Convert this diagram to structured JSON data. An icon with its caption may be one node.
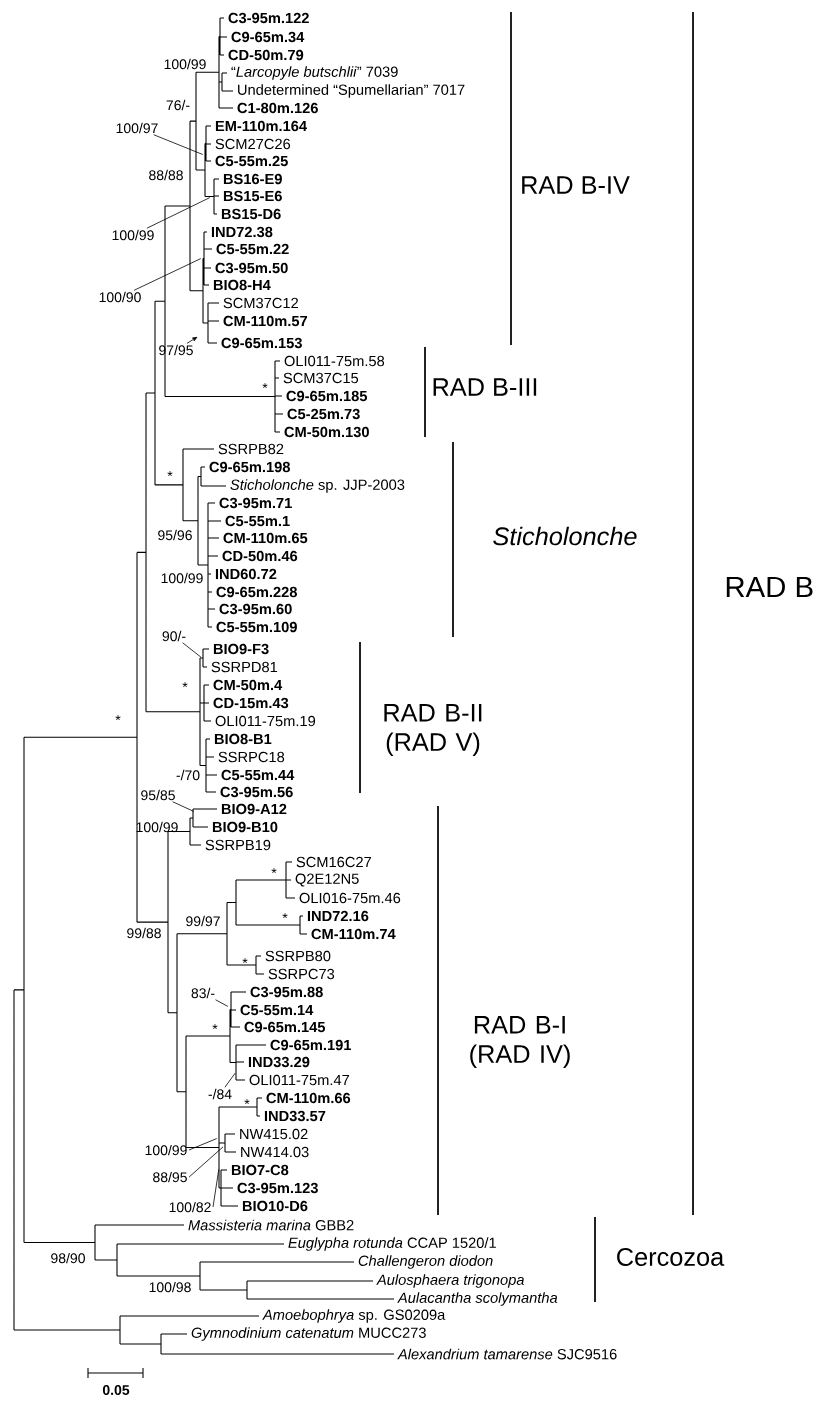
{
  "diagram": {
    "nodes": [
      {
        "text": [
          "100/97"
        ]
      },
      {
        "text": [
          "100/99"
        ]
      },
      {
        "text": [
          "100/90"
        ]
      },
      {
        "text": [
          "97/95"
        ]
      },
      {
        "text": [
          "90/-"
        ]
      },
      {
        "text": [
          "95/85"
        ]
      },
      {
        "text": [
          "83/-"
        ]
      },
      {
        "text": [
          "-/84"
        ]
      },
      {
        "text": [
          "100/99"
        ]
      },
      {
        "text": [
          "88/95"
        ]
      },
      {
        "text": [
          "100/82"
        ]
      }
    ],
    "edges": [
      {
        "from": 0,
        "to": null,
        "arrow": "none"
      },
      {
        "from": 1,
        "to": null,
        "arrow": "none"
      },
      {
        "from": 2,
        "to": null,
        "arrow": "none"
      },
      {
        "from": 3,
        "to": null,
        "arrow": "to"
      },
      {
        "from": 4,
        "to": null,
        "arrow": "none"
      },
      {
        "from": 5,
        "to": null,
        "arrow": "none"
      },
      {
        "from": 6,
        "to": null,
        "arrow": "none"
      },
      {
        "from": 7,
        "to": null,
        "arrow": "none"
      },
      {
        "from": 8,
        "to": null,
        "arrow": "none"
      },
      {
        "from": 9,
        "to": null,
        "arrow": "none"
      },
      {
        "from": 10,
        "to": null,
        "arrow": "none"
      }
    ],
    "labels": [
      "C3-95m.122",
      "C9-65m.34",
      "CD-50m.79",
      "100/99",
      "“*Larcopyle butschlii*” 7039",
      "Undetermined “Spumellarian” 7017",
      "76/-",
      "C1-80m.126",
      "EM-110m.164",
      "SCM27C26",
      "C5-55m.25",
      "88/88",
      "BS16-E9",
      "RAD B-IV",
      "BS15-E6",
      "BS15-D6",
      "IND72.38",
      "C5-55m.22",
      "C3-95m.50",
      "BIO8-H4",
      "SCM37C12",
      "CM-110m.57",
      "C9-65m.153",
      "OLI011-75m.58",
      "SCM37C15",
      "*",
      "RAD B-III",
      "C9-65m.185",
      "C5-25m.73",
      "CM-50m.130",
      "SSRPB82",
      "C9-65m.198",
      "*",
      "*Sticholonche* sp. JJP-2003",
      "C3-95m.71",
      "C5-55m.1",
      "95/96",
      "Sticholonche",
      "CM-110m.65",
      "CD-50m.46",
      "100/99",
      "IND60.72",
      "RAD B",
      "C9-65m.228",
      "C3-95m.60",
      "C5-55m.109",
      "BIO9-F3",
      "SSRPD81",
      "*",
      "CM-50m.4",
      "CD-15m.43",
      "*",
      "OLI011-75m.19",
      "RAD B-II (RAD V)",
      "BIO8-B1",
      "SSRPC18",
      "-/70",
      "C5-55m.44",
      "C3-95m.56",
      "BIO9-A12",
      "100/99",
      "BIO9-B10",
      "SSRPB19",
      "SCM16C27",
      "*",
      "Q2E12N5",
      "OLI016-75m.46",
      "*",
      "IND72.16",
      "99/97",
      "99/88",
      "CM-110m.74",
      "SSRPB80",
      "*",
      "SSRPC73",
      "C3-95m.88",
      "C5-55m.14",
      "*",
      "C9-65m.145",
      "RAD B-I (RAD IV)",
      "C9-65m.191",
      "IND33.29",
      "OLI011-75m.47",
      "CM-110m.66",
      "*",
      "IND33.57",
      "NW415.02",
      "NW414.03",
      "BIO7-C8",
      "C3-95m.123",
      "BIO10-D6",
      "*Massisteria marina* GBB2",
      "*Euglypha rotunda* CCAP 1520/1",
      "Cercozoa",
      "98/90",
      "Challengeron diodon",
      "Aulosphaera trigonopa",
      "100/98",
      "Aulacantha scolymantha",
      "*Amoebophrya* sp. GS0209a",
      "*Gymnodinium catenatum* MUCC273",
      "*Alexandrium tamarense* SJC9516",
      "0.05"
    ]
  }
}
